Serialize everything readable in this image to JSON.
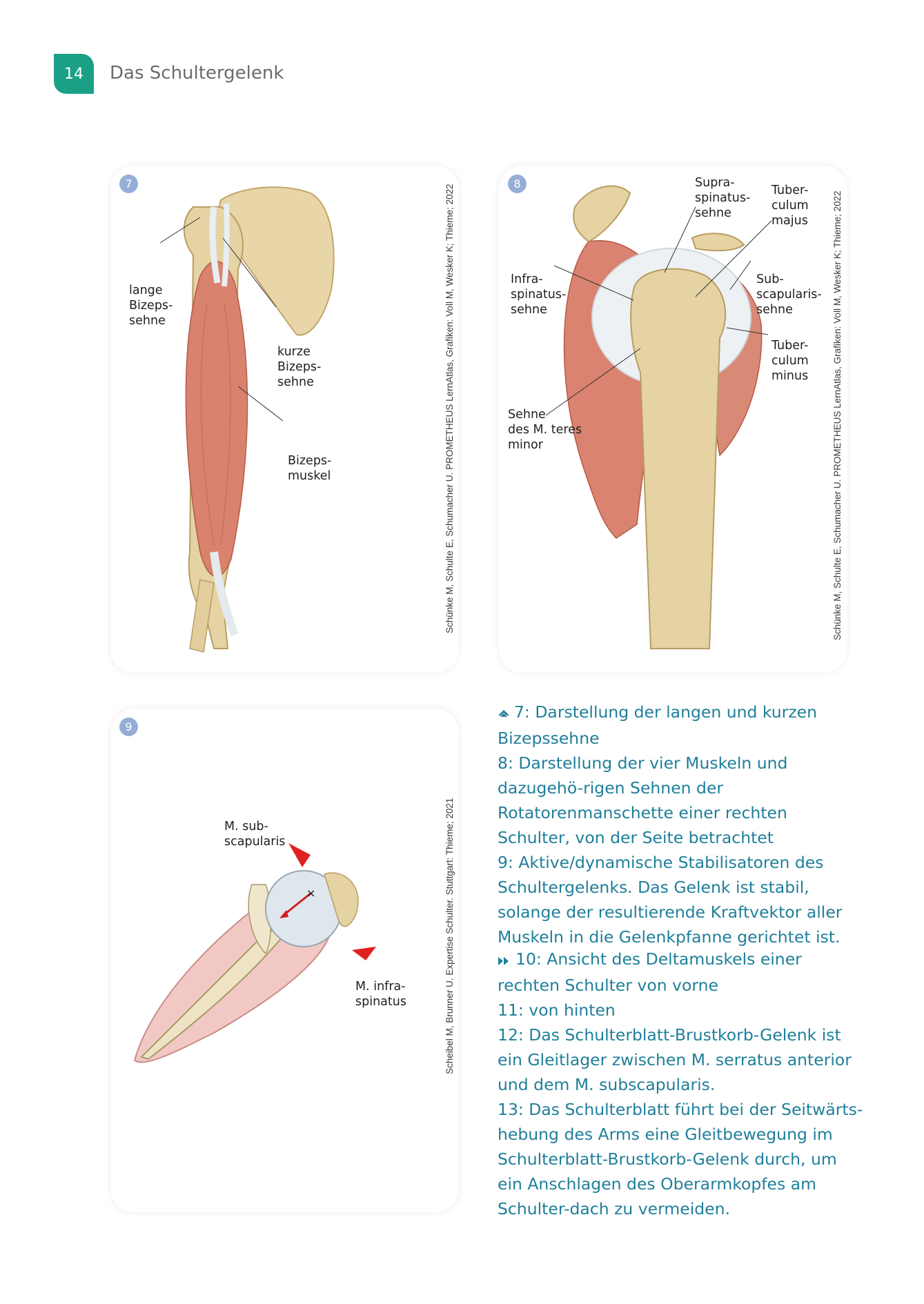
{
  "header": {
    "page_number": "14",
    "chapter_title": "Das Schultergelenk"
  },
  "figures": {
    "fig7": {
      "number": "7",
      "labels": {
        "lange": "lange\nBizeps-\nsehne",
        "kurze": "kurze\nBizeps-\nsehne",
        "muskel": "Bizeps-\nmuskel"
      },
      "credit": "Schünke M, Schulte E, Schumacher U. PROMETHEUS LernAtlas, Grafiken: Voll M, Wesker K; Thieme; 2022"
    },
    "fig8": {
      "number": "8",
      "labels": {
        "supra": "Supra-\nspinatus-\nsehne",
        "tuber_majus": "Tuber-\nculum\nmajus",
        "infra": "Infra-\nspinatus-\nsehne",
        "sub": "Sub-\nscapularis-\nsehne",
        "tuber_minus": "Tuber-\nculum\nminus",
        "teres": "Sehne\ndes M. teres\nminor"
      },
      "credit": "Schünke M, Schulte E, Schumacher U. PROMETHEUS LernAtlas, Grafiken: Voll M, Wesker K; Thieme; 2022"
    },
    "fig9": {
      "number": "9",
      "labels": {
        "sub": "M. sub-\nscapularis",
        "infra": "M. infra-\nspinatus"
      },
      "credit": "Scheibel M, Brunner U. Expertise Schulter. Stuttgart: Thieme; 2021"
    }
  },
  "captions": {
    "block1": [
      "7: Darstellung der langen und kurzen Bizepssehne",
      "8: Darstellung der vier Muskeln und dazugehö-rigen Sehnen der Rotatorenmanschette einer rechten Schulter, von der Seite betrachtet",
      "9: Aktive/dynamische Stabilisatoren des Schultergelenks. Das Gelenk ist stabil, solange der resultierende Kraftvektor aller Muskeln in die Gelenkpfanne gerichtet ist."
    ],
    "block2": [
      "10: Ansicht des Deltamuskels einer rechten Schulter von vorne",
      "11: von hinten",
      "12: Das Schulterblatt-Brustkorb-Gelenk ist ein Gleitlager zwischen M. serratus anterior und dem M. subscapularis.",
      "13: Das Schulterblatt führt bei der Seitwärts-hebung des Arms eine Gleitbewegung im Schulterblatt-Brustkorb-Gelenk durch, um ein Anschlagen des Oberarmkopfes am Schulter-dach zu vermeiden."
    ]
  },
  "colors": {
    "accent": "#1aa085",
    "caption": "#1f7f9a",
    "fig_number": "#95aed6"
  }
}
